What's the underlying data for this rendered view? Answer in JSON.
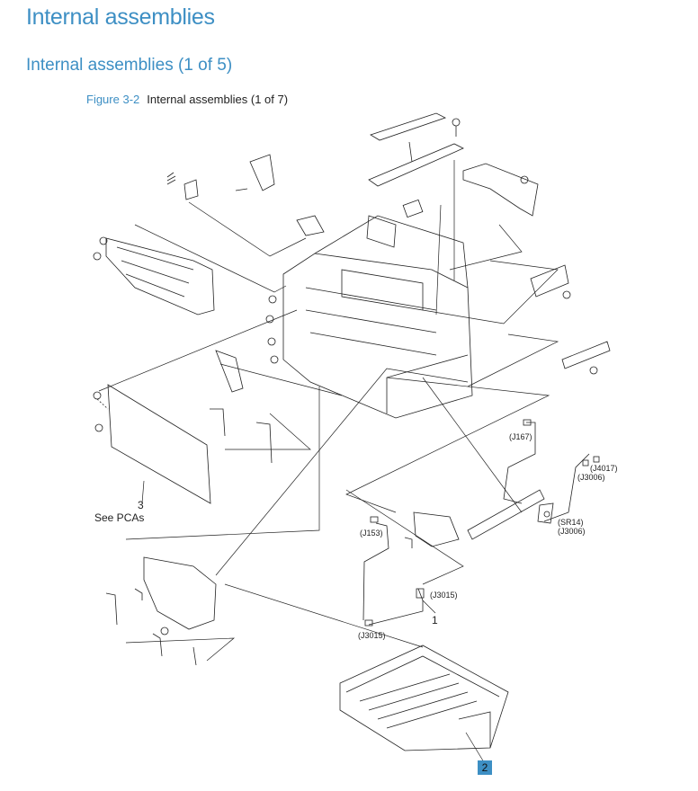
{
  "page": {
    "title": "Internal assemblies",
    "subtitle": "Internal assemblies (1 of 5)"
  },
  "figure": {
    "number": "Figure 3-2",
    "caption": "Internal assemblies (1 of 7)"
  },
  "callouts": {
    "item1": "1",
    "item2": "2",
    "item3": "3",
    "see_pcas": "See PCAs"
  },
  "connectors": {
    "j167": "(J167)",
    "j4017": "(J4017)",
    "j3006a": "(J3006)",
    "sr14": "(SR14)",
    "j3006b": "(J3006)",
    "j153": "(J153)",
    "j3015a": "(J3015)",
    "j3015b": "(J3015)"
  },
  "colors": {
    "heading": "#3d8fc4",
    "highlight": "#3d8fc4",
    "line": "#222222"
  }
}
